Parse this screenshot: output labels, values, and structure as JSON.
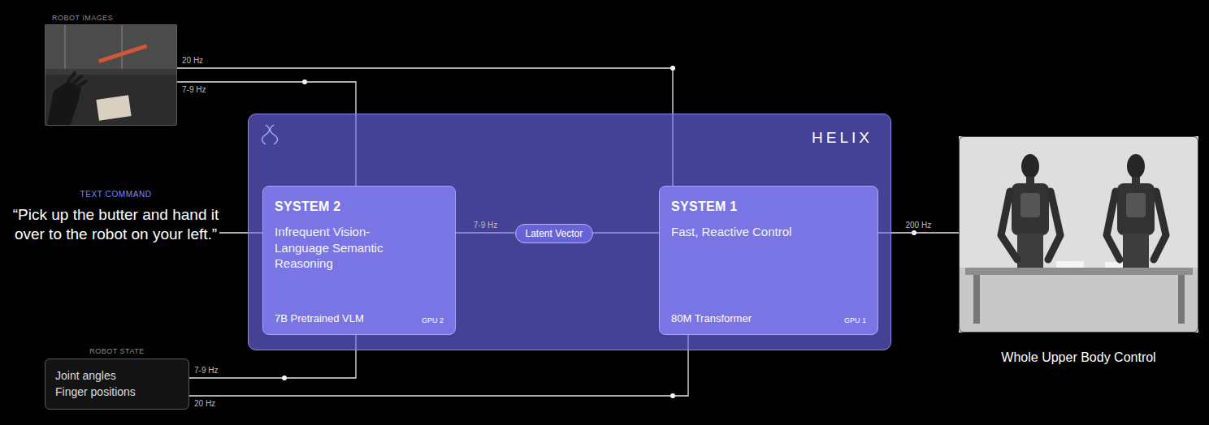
{
  "diagram": {
    "nodes": [
      {
        "text": [
          "ROBOT IMAGES"
        ]
      },
      {
        "text": [
          "TEXT COMMAND",
          "“Pick up the butter and hand it over to the robot on your left.”"
        ]
      },
      {
        "text": [
          "ROBOT STATE",
          "Joint angles",
          "Finger positions"
        ]
      },
      {
        "text": [
          "HELIX"
        ]
      },
      {
        "text": [
          "SYSTEM 2",
          "Infrequent Vision-Language Semantic Reasoning",
          "7B Pretrained VLM",
          "GPU 2"
        ],
        "in": 3
      },
      {
        "text": [
          "Latent Vector"
        ],
        "in": 3
      },
      {
        "text": [
          "SYSTEM 1",
          "Fast, Reactive Control",
          "80M Transformer",
          "GPU 1"
        ],
        "in": 3
      },
      {
        "text": [
          "Whole Upper Body Control"
        ]
      }
    ],
    "edges": [
      {
        "from": 0,
        "to": 4,
        "label": "7-9 Hz",
        "arrow": "none"
      },
      {
        "from": 0,
        "to": 6,
        "label": "20 Hz",
        "arrow": "none"
      },
      {
        "from": 1,
        "to": 4,
        "arrow": "none"
      },
      {
        "from": 2,
        "to": 4,
        "label": "7-9 Hz",
        "arrow": "none"
      },
      {
        "from": 2,
        "to": 6,
        "label": "20 Hz",
        "arrow": "none"
      },
      {
        "from": 4,
        "to": 5,
        "label": "7-9 Hz",
        "arrow": "none"
      },
      {
        "from": 5,
        "to": 6,
        "arrow": "none"
      },
      {
        "from": 6,
        "to": 7,
        "label": "200 Hz",
        "arrow": "none"
      }
    ]
  }
}
